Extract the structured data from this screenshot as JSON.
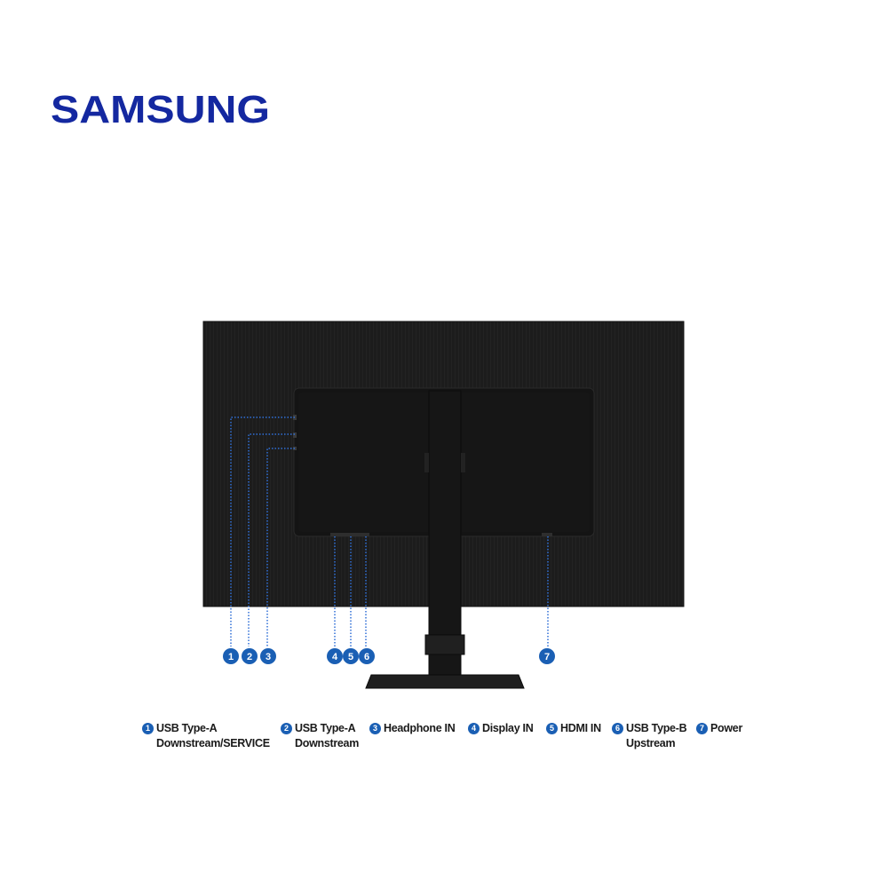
{
  "brand": {
    "name": "SAMSUNG",
    "color": "#1428a0"
  },
  "accent_color": "#1a5fb4",
  "monitor_color": "#1b1b1b",
  "callouts": [
    {
      "number": "1"
    },
    {
      "number": "2"
    },
    {
      "number": "3"
    },
    {
      "number": "4"
    },
    {
      "number": "5"
    },
    {
      "number": "6"
    },
    {
      "number": "7"
    }
  ],
  "legend": [
    {
      "number": "1",
      "line1": "USB Type-A",
      "line2": "Downstream/SERVICE"
    },
    {
      "number": "2",
      "line1": "USB Type-A",
      "line2": "Downstream"
    },
    {
      "number": "3",
      "line1": "Headphone IN",
      "line2": ""
    },
    {
      "number": "4",
      "line1": "Display IN",
      "line2": ""
    },
    {
      "number": "5",
      "line1": "HDMI IN",
      "line2": ""
    },
    {
      "number": "6",
      "line1": "USB Type-B",
      "line2": "Upstream"
    },
    {
      "number": "7",
      "line1": "Power",
      "line2": ""
    }
  ]
}
